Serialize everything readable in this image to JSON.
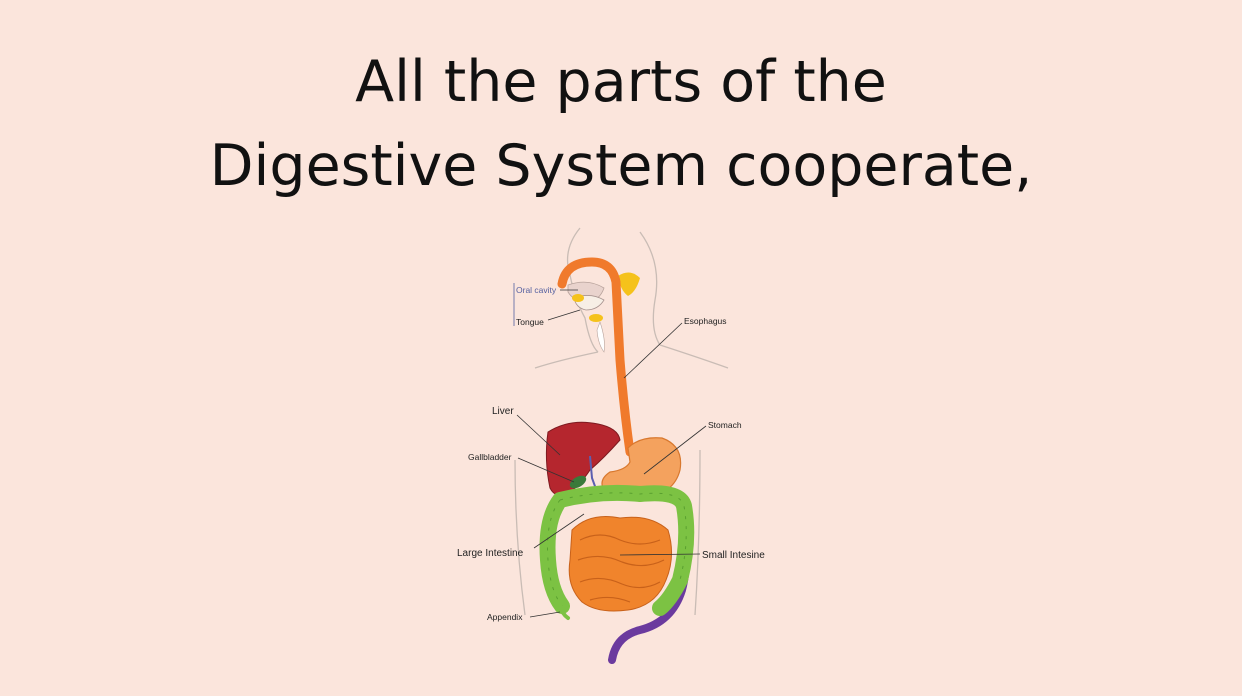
{
  "slide": {
    "title_line1": "All the parts of the",
    "title_line2": "Digestive System cooperate,"
  },
  "diagram": {
    "labels": {
      "oral_cavity": "Oral cavity",
      "tongue": "Tongue",
      "esophagus": "Esophagus",
      "liver": "Liver",
      "stomach": "Stomach",
      "gallbladder": "Gallbladder",
      "large_intestine": "Large Intestine",
      "small_intestine": "Small Intesine",
      "appendix": "Appendix"
    },
    "colors": {
      "background": "#fbe5dc",
      "esophagus": "#f07a2c",
      "stomach": "#f4a25e",
      "liver": "#b5262e",
      "large_intestine": "#7cc243",
      "small_intestine": "#f0842c",
      "rectum": "#6b3a9e",
      "salivary_glands": "#f5c21b"
    }
  }
}
